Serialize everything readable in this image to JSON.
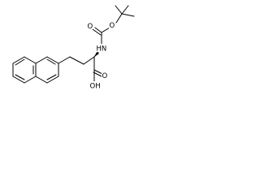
{
  "molecule": {
    "labels": {
      "carbonyl_o": "O",
      "ester_o": "O",
      "amine": "HN",
      "acid_o": "O",
      "hydroxyl": "OH"
    },
    "stereo_bond": "wedge"
  }
}
